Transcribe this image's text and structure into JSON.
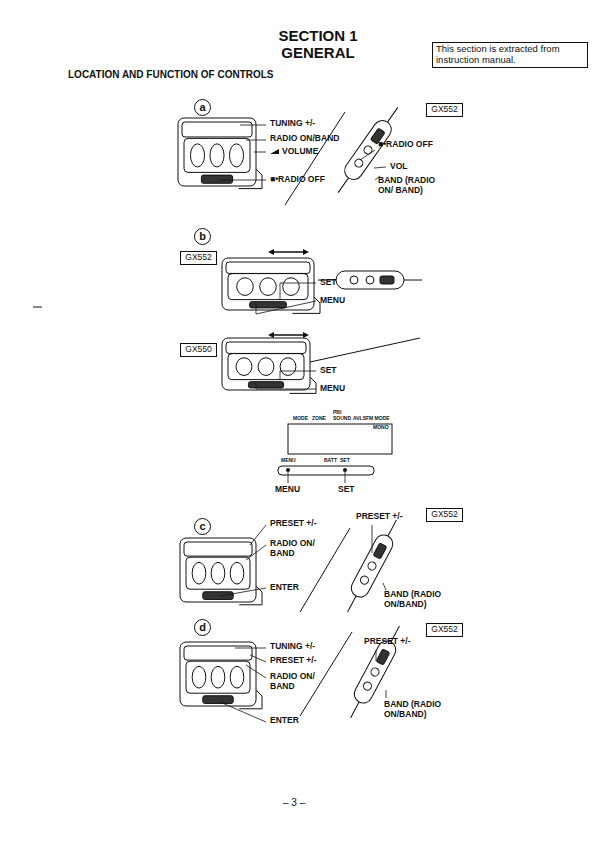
{
  "diagram": {
    "title": "SECTION 1 GENERAL",
    "nodes": [
      {
        "text": [
          "This section is extracted from instruction manual."
        ]
      },
      {
        "text": [
          "a"
        ]
      },
      {
        "text": [
          "GX552"
        ]
      },
      {
        "text": [
          "b"
        ]
      },
      {
        "text": [
          "GX552"
        ]
      },
      {
        "text": [
          "GX550"
        ]
      },
      {
        "text": [
          "c"
        ]
      },
      {
        "text": [
          "GX552"
        ]
      },
      {
        "text": [
          "d"
        ]
      },
      {
        "text": [
          "GX552"
        ]
      }
    ],
    "labels": [
      "LOCATION AND FUNCTION OF CONTROLS",
      "TUNING +/-",
      "RADIO ON/BAND",
      "VOLUME",
      "■•RADIO OFF",
      "■•RADIO OFF",
      "VOL",
      "BAND (RADIO ON/ BAND)",
      "SET",
      "MENU",
      "SET",
      "MENU",
      "PBI",
      "MODE",
      "ZONE",
      "SOUND",
      "AVLS",
      "FM MODE",
      "MONO",
      "MENU",
      "BATT",
      "SET",
      "MENU",
      "SET",
      "PRESET +/-",
      "RADIO ON/ BAND",
      "ENTER",
      "PRESET +/-",
      "BAND (RADIO ON/BAND)",
      "TUNING +/-",
      "PRESET +/-",
      "RADIO ON/ BAND",
      "ENTER",
      "PRESET +/-",
      "BAND (RADIO ON/BAND)",
      "– 3 –"
    ]
  }
}
